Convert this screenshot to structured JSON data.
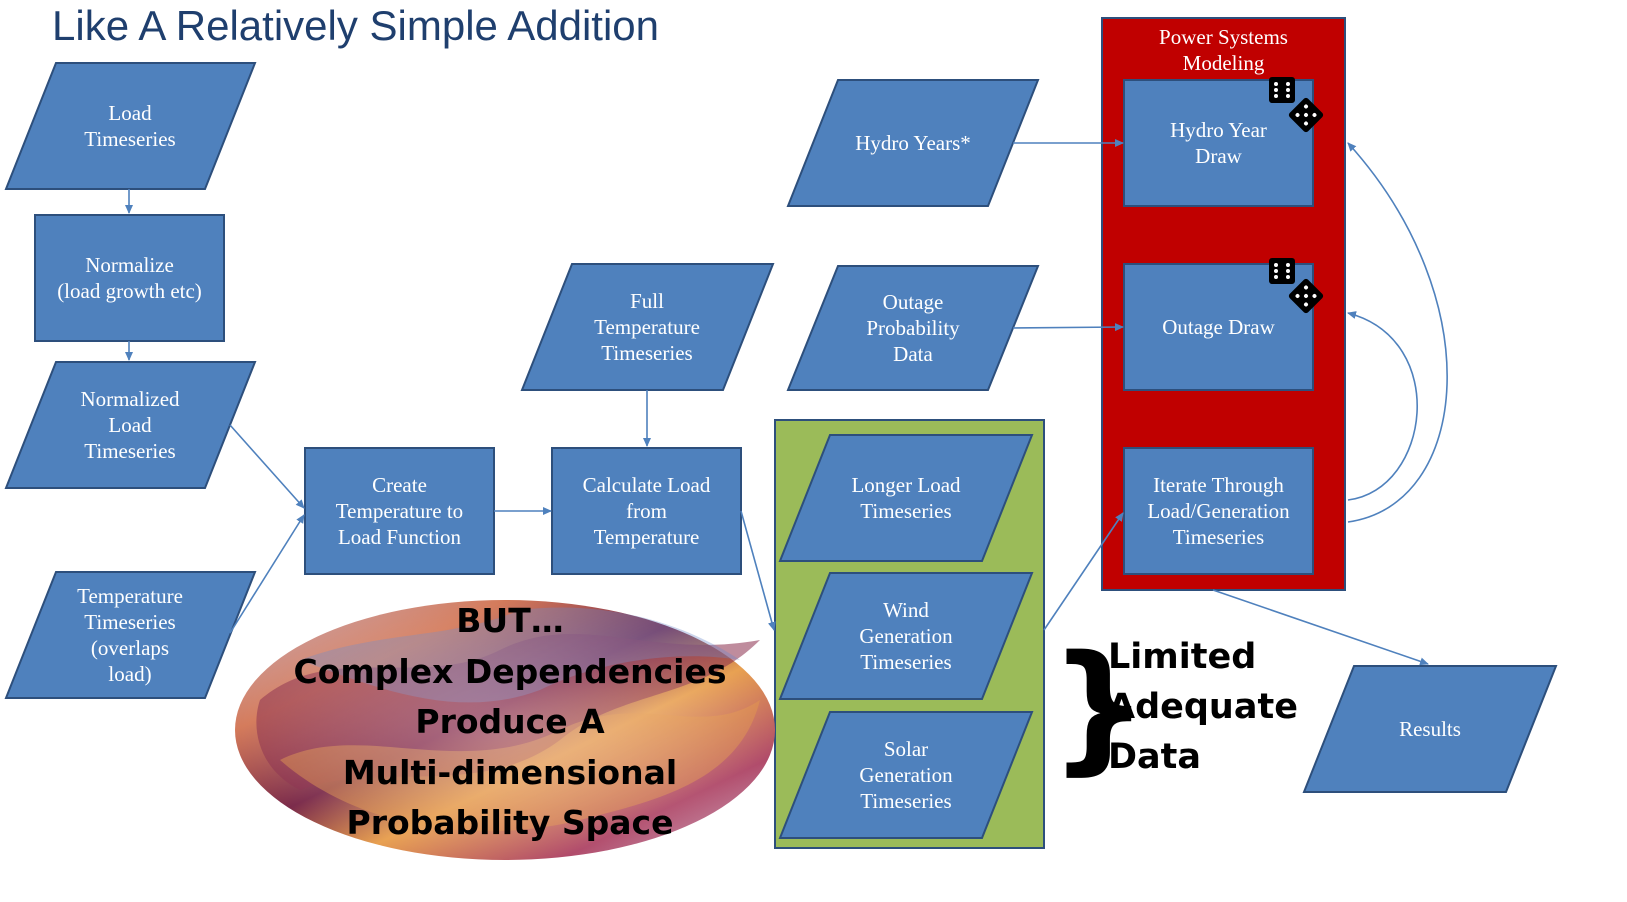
{
  "title": "Like A Relatively Simple Addition",
  "colors": {
    "box_fill": "#4f81bd",
    "box_stroke": "#2d4f7c",
    "red_panel": "#c00000",
    "green_panel": "#9bbb59"
  },
  "nodes": {
    "load_timeseries": "Load\nTimeseries",
    "normalize": "Normalize\n(load growth etc)",
    "normalized_load": "Normalized\nLoad\nTimeseries",
    "temperature_timeseries": "Temperature\nTimeseries\n(overlaps\nload)",
    "create_temp_function": "Create\nTemperature to\nLoad Function",
    "full_temperature": "Full\nTemperature\nTimeseries",
    "calculate_load": "Calculate Load\nfrom\nTemperature",
    "hydro_years": "Hydro Years*",
    "outage_probability": "Outage\nProbability\nData",
    "longer_load": "Longer Load\nTimeseries",
    "wind_generation": "Wind\nGeneration\nTimeseries",
    "solar_generation": "Solar\nGeneration\nTimeseries",
    "power_systems_modeling": "Power Systems\nModeling",
    "hydro_year_draw": "Hydro Year\nDraw",
    "outage_draw": "Outage Draw",
    "iterate": "Iterate Through\nLoad/Generation\nTimeseries",
    "results": "Results"
  },
  "overlay": {
    "lines": [
      "BUT…",
      "Complex Dependencies",
      "Produce A",
      "Multi-dimensional",
      "Probability Space"
    ]
  },
  "brace": {
    "symbol": "}",
    "lines": [
      "Limited",
      "Adequate",
      "Data"
    ]
  },
  "icons": [
    "dice-icon",
    "dice-icon"
  ]
}
